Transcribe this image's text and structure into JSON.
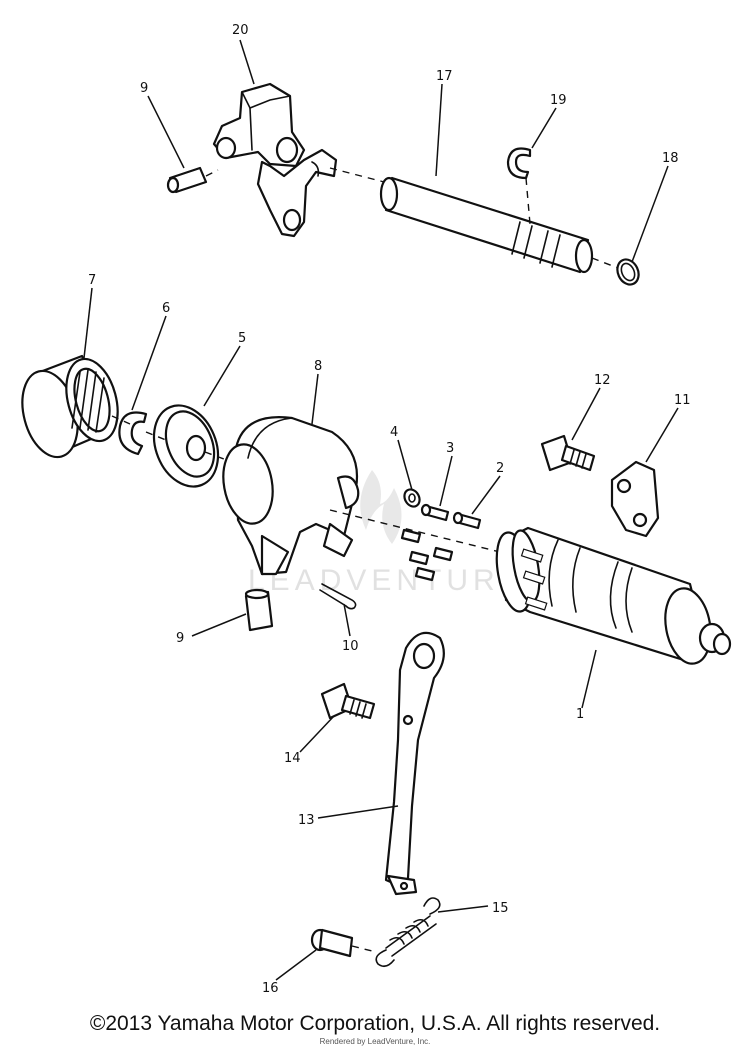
{
  "diagram": {
    "callouts": {
      "c1": "1",
      "c2": "2",
      "c3": "3",
      "c4": "4",
      "c5": "5",
      "c6": "6",
      "c7": "7",
      "c8": "8",
      "c9a": "9",
      "c9b": "9",
      "c10": "10",
      "c11": "11",
      "c12": "12",
      "c13": "13",
      "c14": "14",
      "c15": "15",
      "c16": "16",
      "c17": "17",
      "c18": "18",
      "c19": "19",
      "c20": "20"
    },
    "watermark": "LEADVENTURE"
  },
  "footer": {
    "copyright": "©2013 Yamaha Motor Corporation, U.S.A. All rights reserved.",
    "rendered_by": "Rendered by LeadVenture, Inc."
  }
}
